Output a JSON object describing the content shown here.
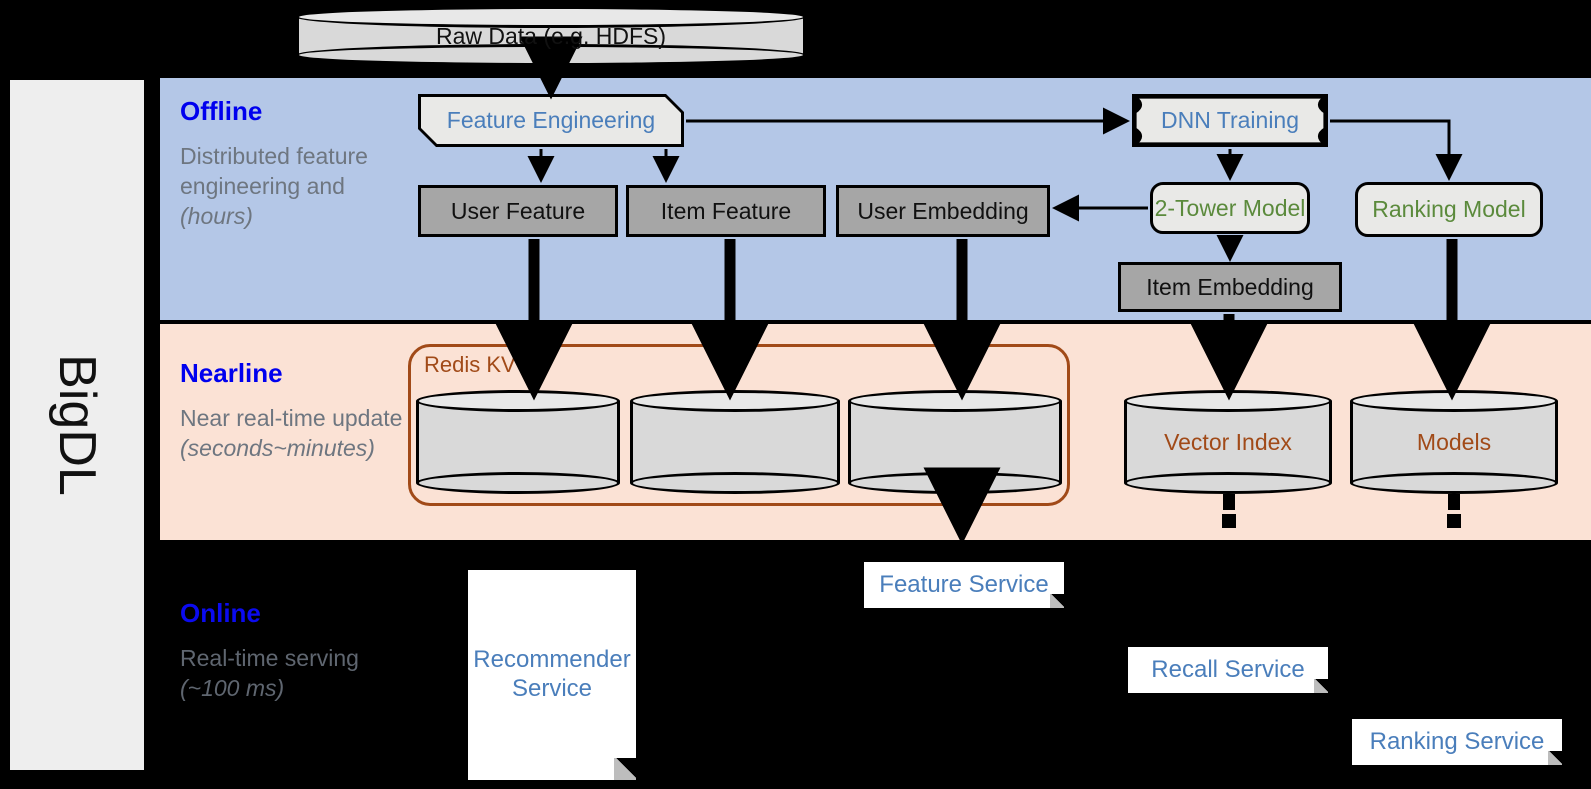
{
  "framework": {
    "name": "BigDL"
  },
  "top_source": {
    "label": "Raw Data (e.g. HDFS)"
  },
  "bands": {
    "offline": {
      "title": "Offline",
      "subtitle": "Distributed feature engineering and ",
      "subtitle_em": "(hours)"
    },
    "nearline": {
      "title": "Nearline",
      "subtitle": "Near real-time update ",
      "subtitle_em": "(seconds~minutes)"
    },
    "online": {
      "title": "Online",
      "subtitle": "Real-time serving ",
      "subtitle_em": "(~100 ms)"
    }
  },
  "offline_nodes": {
    "feature_engineering": "Feature Engineering",
    "dnn_training": "DNN Training",
    "user_feature": "User Feature",
    "item_feature": "Item Feature",
    "user_embedding": "User Embedding",
    "two_tower_model": "2-Tower Model",
    "ranking_model": "Ranking Model",
    "item_embedding": "Item Embedding"
  },
  "nearline_nodes": {
    "redis_kv": "Redis KV",
    "store_1": "",
    "store_2": "",
    "store_3": "",
    "vector_index": "Vector Index",
    "models": "Models"
  },
  "online_nodes": {
    "recommender_service": "Recommender Service",
    "feature_service": "Feature Service",
    "recall_service": "Recall Service",
    "ranking_service": "Ranking Service"
  },
  "colors": {
    "offline_band": "#b4c7e7",
    "nearline_band": "#fbe2d5",
    "online_band": "#000000",
    "band_title": "#0000ee",
    "blue_text": "#4a7ebb",
    "green_text": "#5b8a3c",
    "brown_text": "#a14a18",
    "gray_box": "#a6a6a6",
    "lite_box": "#e9e9e7",
    "rail": "#eeeeee"
  }
}
